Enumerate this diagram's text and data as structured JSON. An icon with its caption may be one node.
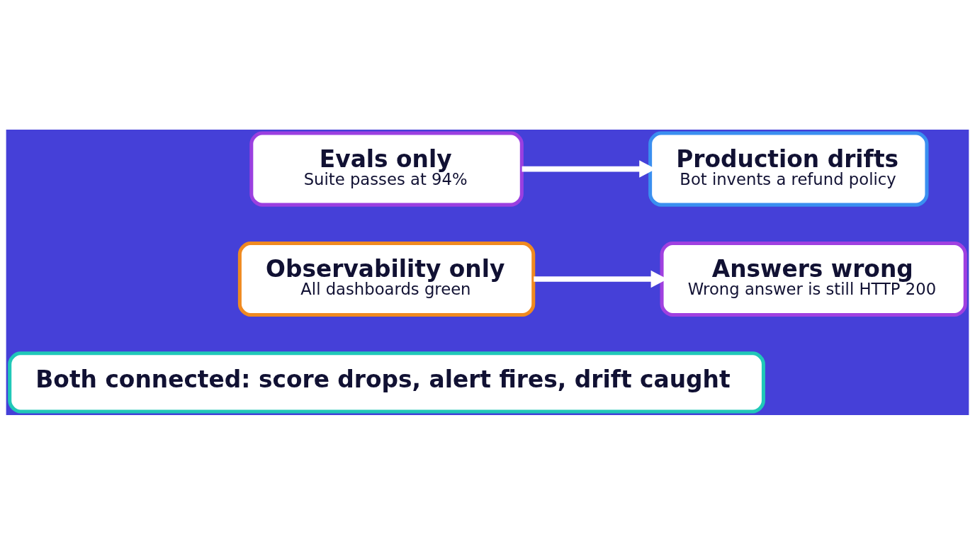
{
  "diagram": {
    "nodes": [
      {
        "text": [
          "Evals only",
          "Suite passes at 94%"
        ]
      },
      {
        "text": [
          "Production drifts",
          "Bot invents a refund policy"
        ]
      },
      {
        "text": [
          "Observability only",
          "All dashboards green"
        ]
      },
      {
        "text": [
          "Answers wrong",
          "Wrong answer is still HTTP 200"
        ]
      },
      {
        "text": [
          "Both connected: score drops, alert fires, drift caught"
        ]
      }
    ],
    "edges": [
      {
        "from": 0,
        "to": 1,
        "arrow": "to"
      },
      {
        "from": 2,
        "to": 3,
        "arrow": "to"
      }
    ]
  }
}
